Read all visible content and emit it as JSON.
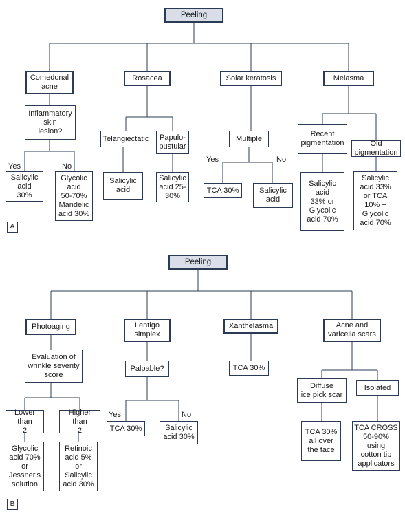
{
  "panels": [
    {
      "label": "A",
      "boxes": {
        "root": "Peeling",
        "comedonal": "Comedonal\nacne",
        "rosacea": "Rosacea",
        "solar": "Solar keratosis",
        "melasma": "Melasma",
        "inflam": "Inflammatory\nskin\nlesion?",
        "telang": "Telangiectatic",
        "papulo": "Papulo-\npustular",
        "multiple": "Multiple",
        "recent": "Recent\npigmentation",
        "old": "Old pigmentation",
        "sal30": "Salicylic\nacid\n30%",
        "glyc": "Glycolic\nacid\n50-70%\nMandelic\nacid 30%",
        "sal": "Salicylic\nacid",
        "sal2530": "Salicylic\nacid 25-\n30%",
        "tca30": "TCA 30%",
        "salacid": "Salicylic\nacid",
        "sal33glyc": "Salicylic\nacid\n33% or\nGlycolic\nacid 70%",
        "sal33tca": "Salicylic\nacid 33%\nor TCA\n10% +\nGlycolic\nacid 70%"
      },
      "labels": {
        "yes1": "Yes",
        "no1": "No",
        "yes2": "Yes",
        "no2": "No"
      }
    },
    {
      "label": "B",
      "boxes": {
        "root": "Peeling",
        "photo": "Photoaging",
        "lentigo": "Lentigo\nsimplex",
        "xanth": "Xanthelasma",
        "acne": "Acne and\nvaricella scars",
        "evaluation": "Evaluation of\nwrinkle severity\nscore",
        "palpable": "Palpable?",
        "tca30x": "TCA 30%",
        "diffuse": "Diffuse\nice pick scar",
        "isolated": "Isolated",
        "lower": "Lower than\n2",
        "higher": "Higher than\n2",
        "tca30l": "TCA 30%",
        "sal30l": "Salicylic\nacid 30%",
        "glycjess": "Glycolic\nacid 70%\nor\nJessner's\nsolution",
        "retinoic": "Retinoic\nacid 5%\nor\nSalicylic\nacid 30%",
        "tcaface": "TCA 30%\nall over\nthe face",
        "tcacross": "TCA CROSS\n50-90%\nusing\ncotton tip\napplicators"
      },
      "labels": {
        "yes1": "Yes",
        "no1": "No"
      }
    }
  ]
}
